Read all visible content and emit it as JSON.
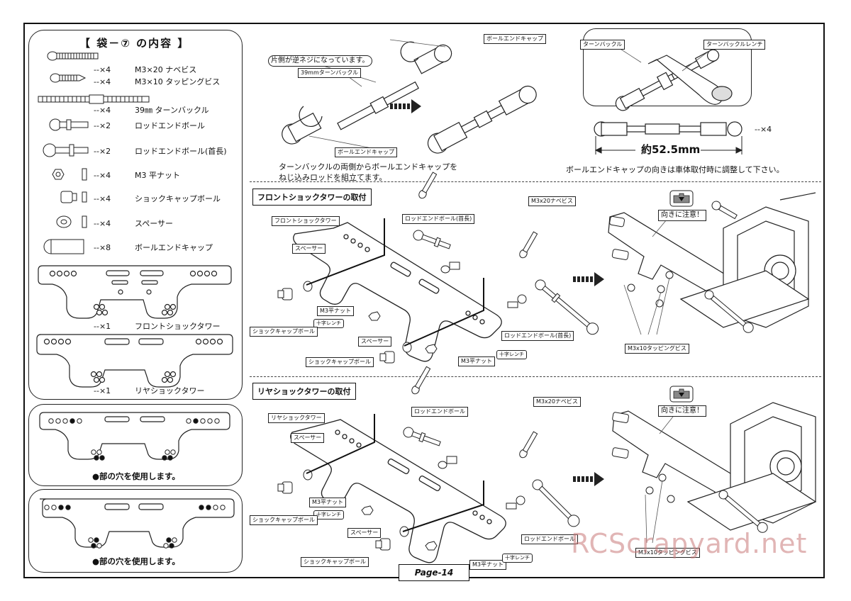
{
  "parts_list": {
    "title": "【 袋－⑦ の内容 】",
    "items": [
      {
        "qty": "--×4",
        "name": "M3×20 ナベビス"
      },
      {
        "qty": "--×4",
        "name": "M3×10 タッピングビス"
      },
      {
        "qty": "--×4",
        "name": "39㎜ ターンバックル"
      },
      {
        "qty": "--×2",
        "name": "ロッドエンドボール"
      },
      {
        "qty": "--×2",
        "name": "ロッドエンドボール(首長)"
      },
      {
        "qty": "--×4",
        "name": "M3 平ナット"
      },
      {
        "qty": "--×4",
        "name": "ショックキャップボール"
      },
      {
        "qty": "--×4",
        "name": "スペーサー"
      },
      {
        "qty": "--×8",
        "name": "ボールエンドキャップ"
      }
    ],
    "front_tower": {
      "qty": "--×1",
      "name": "フロントショックタワー"
    },
    "rear_tower": {
      "qty": "--×1",
      "name": "リヤショックタワー"
    }
  },
  "hole_notes": {
    "front": "●部の穴を使用します。",
    "rear": "●部の穴を使用します。"
  },
  "turnbuckle": {
    "reverse_note": "片側が逆ネジになっています。",
    "label_39": "39mmターンバックル",
    "label_cap_top": "ボールエンドキャップ",
    "label_cap_bottom": "ボールエンドキャップ",
    "caption": "ターンバックルの両側からボールエンドキャップを\nねじ込みロッドを組立てます。",
    "tool_label_tb": "ターンバックル",
    "tool_label_wrench": "ターンバックルレンチ",
    "length": "約52.5mm",
    "qty": "--×4",
    "orientation_note": "ボールエンドキャップの向きは車体取付時に調整して下さい。"
  },
  "front_section": {
    "title": "フロントショックタワーの取付",
    "labels": {
      "screw": "M3x20ナベビス",
      "tower": "フロントショックタワー",
      "rod_end_long_1": "ロッドエンドボール(首長)",
      "spacer_1": "スペーサー",
      "nut_1": "M3平ナット",
      "wrench_1": "十字レンチ",
      "cap_ball_1": "ショックキャップボール",
      "spacer_2": "スペーサー",
      "cap_ball_2": "ショックキャップボール",
      "nut_2": "M3平ナット",
      "wrench_2": "十字レンチ",
      "rod_end_long_2": "ロッドエンドボール(首長)",
      "caution": "向きに注意！",
      "tapping": "M3x10タッピングビス"
    }
  },
  "rear_section": {
    "title": "リヤショックタワーの取付",
    "labels": {
      "screw": "M3x20ナベビス",
      "tower": "リヤショックタワー",
      "rod_end_1": "ロッドエンドボール",
      "spacer_1": "スペーサー",
      "nut_1": "M3平ナット",
      "wrench_1": "十字レンチ",
      "cap_ball_1": "ショックキャップボール",
      "spacer_2": "スペーサー",
      "cap_ball_2": "ショックキャップボール",
      "nut_2": "M3平ナット",
      "wrench_2": "十字レンチ",
      "rod_end_2": "ロッドエンドボール",
      "caution": "向きに注意！",
      "tapping": "M3x10タッピングビス"
    }
  },
  "page": "Page-14",
  "watermark": "RCScrapyard.net"
}
